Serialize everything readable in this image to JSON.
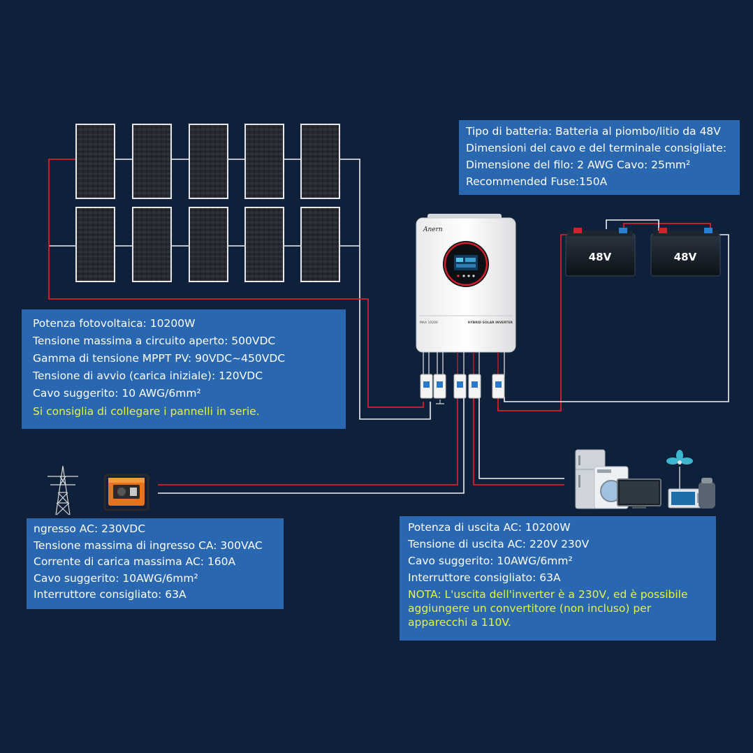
{
  "battery_spec": {
    "type_line": "Tipo di batteria: Batteria al piombo/litio da 48V",
    "cable_heading": "Dimensioni del cavo e del terminale consigliate:",
    "cable_line": "Dimensione del filo: 2 AWG Cavo: 25mm²",
    "fuse_line": "Recommended Fuse:150A"
  },
  "pv_spec": {
    "lines": [
      "Potenza fotovoltaica: 10200W",
      "Tensione massima a circuito aperto: 500VDC",
      "Gamma di tensione MPPT PV: 90VDC~450VDC",
      "Tensione di avvio (carica iniziale): 120VDC",
      "Cavo suggerito: 10 AWG/6mm²"
    ],
    "note": "Si consiglia di collegare i pannelli in serie."
  },
  "ac_input_spec": {
    "lines": [
      "ngresso AC: 230VDC",
      "Tensione massima di ingresso CA: 300VAC",
      "Corrente di carica massima AC: 160A",
      "Cavo suggerito: 10AWG/6mm²",
      "Interruttore consigliato: 63A"
    ]
  },
  "ac_output_spec": {
    "lines": [
      "Potenza di uscita AC: 10200W",
      "Tensione di uscita AC: 220V 230V",
      "Cavo suggerito: 10AWG/6mm²",
      "Interruttore consigliato: 63A"
    ],
    "note": "NOTA: L'uscita dell'inverter è a 230V, ed è possibile aggiungere un convertitore (non incluso) per apparecchi a 110V."
  },
  "batteries": [
    {
      "label": "48V"
    },
    {
      "label": "48V"
    }
  ],
  "inverter": {
    "brand": "Anern",
    "model": "MAX 10200",
    "type": "HYBRID SOLAR INVERTER"
  },
  "colors": {
    "background": "#0f213a",
    "box": "#2a67b1",
    "note": "#e6f542",
    "wire_positive": "#d4202a",
    "wire_negative": "#f2f2f2"
  },
  "icons": [
    "solar-panel-icon",
    "inverter-icon",
    "battery-icon",
    "power-pylon-icon",
    "generator-icon",
    "appliances-icon",
    "breaker-icon"
  ]
}
